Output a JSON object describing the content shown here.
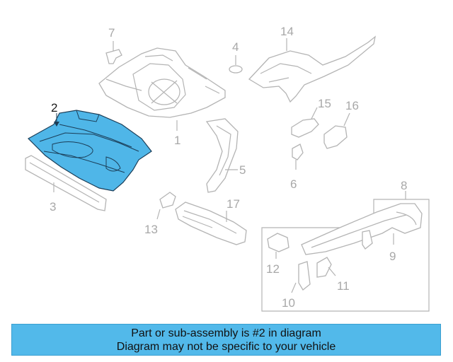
{
  "labels": {
    "l1": "1",
    "l2": "2",
    "l3": "3",
    "l4": "4",
    "l5": "5",
    "l6": "6",
    "l7": "7",
    "l8": "8",
    "l9": "9",
    "l10": "10",
    "l11": "11",
    "l12": "12",
    "l13": "13",
    "l14": "14",
    "l15": "15",
    "l16": "16",
    "l17": "17"
  },
  "banner": {
    "line1": "Part or sub-assembly is #2 in diagram",
    "line2": "Diagram may not be specific to your vehicle"
  },
  "colors": {
    "highlight": "#4fb6e8",
    "banner": "#52b9ea",
    "line_gray": "#b4b4b4"
  }
}
